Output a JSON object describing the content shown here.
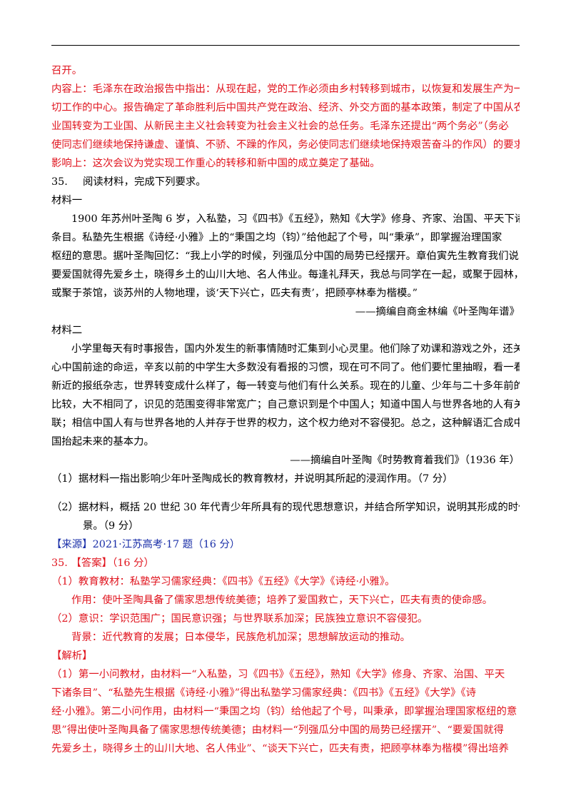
{
  "top_text": [
    "召开。",
    "内容上：毛泽东在政治报告中指出：从现在起，党的工作必须由乡村转移到城市，以恢复和发展生产为一",
    "切工作的中心。报告确定了革命胜利后中国共产党在政治、经济、外交方面的基本政策，制定了中国从农",
    "业国转变为工业国、从新民主主义社会转变为社会主义社会的总任务。毛泽东还提出“两个务必”（务必",
    "使同志们继续地保持谦虚、谨慎、不骄、不躁的作风，务必使同志们继续地保持艰苦奋斗的作风）的要求。",
    "影响上：这次会议为党实现工作重心的转移和新中国的成立奠定了基础。"
  ],
  "question": {
    "number": "35.",
    "instruction": "阅读材料，完成下列要求。",
    "material1_label": "材料一",
    "material1_lines": [
      "1900 年苏州叶圣陶 6 岁，入私塾，习《四书》《五经》，熟知《大学》修身、齐家、治国、平天下诸",
      "条目。私塾先生根据《诗经·小雅》上的“秉国之均（钧）”给他起了个号，叫“秉承”，即掌握治理国家",
      "枢纽的意思。据叶圣陶回忆：“我上小学的时候，列强瓜分中国的局势已经摆开。章伯寅先生教育我们说，",
      "要爱国就得先爱乡土，晓得乡土的山川大地、名人伟业。每逢礼拜天，我总与同学在一起，或聚于园林，",
      "或聚于茶馆，谈苏州的人物地理，谈‘天下兴亡，匹夫有责’，把顾亭林奉为楷模。”"
    ],
    "material1_source": "——摘编自商金林编《叶圣陶年谱》",
    "material2_label": "材料二",
    "material2_lines": [
      "小学里每天有时事报告，国内外发生的新事情随时汇集到小心灵里。他们除了劝课和游戏之外，还关",
      "心中国前途的命运，辛亥以前的中学生大多数没有看报的习惯，现在可不同了。他们要忙里抽暇，看一看",
      "新近的报纸杂志，世界转变成什么样了，每一转变与他们有什么关系。现在的儿童、少年与二十多年前的",
      "比较，大不相同了，识见的范围变得非常宽广；自己意识到是个中国人；知道中国人与世界各地的人有关",
      "联；相信中国人有与世界各地的人并存于世界的权力，这个权力绝对不容侵犯。总之，这种解语汇合成中",
      "国抬起未来的基本力。"
    ],
    "material2_source": "——摘编自叶圣陶《时势教育着我们》（1936 年）",
    "sub1": "（1）据材料一指出影响少年叶圣陶成长的教育教材，并说明其所起的浸润作用。（7 分）",
    "sub2_line1": "（2）据材料，概括 20 世纪 30 年代青少年所具有的现代思想意识，并结合所学知识，说明其形成的时代背",
    "sub2_line2": "景。（9 分）"
  },
  "source_line": "【来源】2021·江苏高考·17 题（16 分）",
  "answer": {
    "header": "35. 【答案】（16 分）",
    "lines": [
      "（1）教育教材：私塾学习儒家经典：《四书》《五经》《大学》《诗经·小雅》。",
      "作用：使叶圣陶具备了儒家思想传统美德；培养了爱国救亡，天下兴亡，匹夫有责的使命感。",
      "（2）意识：学识范围广；国民意识强；与世界联系加深；民族独立意识不容侵犯。",
      "背景：近代教育的发展；日本侵华，民族危机加深；思想解放运动的推动。"
    ]
  },
  "analysis": {
    "header": "【解析】",
    "lines": [
      "（1）第一小问教材，由材料一“入私塾，习《四书》《五经》，熟知《大学》修身、齐家、治国、平天",
      "下诸条目”、“私塾先生根据《诗经·小雅》”得出私塾学习儒家经典：《四书》《五经》《大学》《诗",
      "经·小雅》。第二小问作用，由材料一“秉国之均（钧）给他起了个号，叫秉承，即掌握治理国家枢纽的意",
      "思”得出使叶圣陶具备了儒家思想传统美德；由材料一“列强瓜分中国的局势已经摆开”、“要爱国就得",
      "先爱乡土，晓得乡土的山川大地、名人伟业”、“谈天下兴亡，匹夫有责，把顾亭林奉为楷模”得出培养"
    ]
  },
  "colors": {
    "answer_red": "#e0141e",
    "source_blue": "#1a2fa8",
    "body_text": "#000000"
  }
}
